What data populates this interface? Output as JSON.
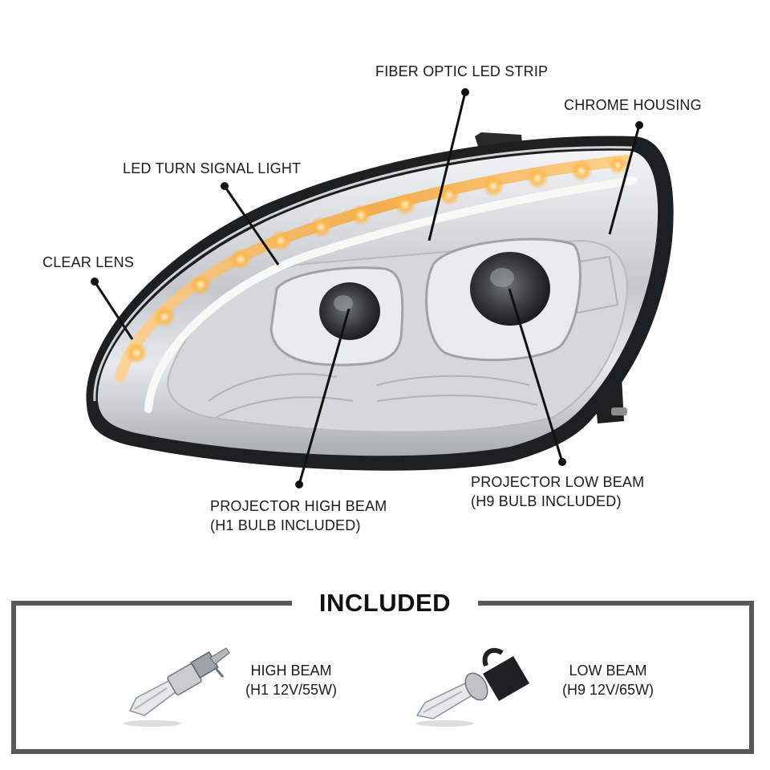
{
  "callouts": {
    "fiber_optic": "FIBER OPTIC LED STRIP",
    "chrome_housing": "CHROME HOUSING",
    "turn_signal": "LED TURN SIGNAL LIGHT",
    "clear_lens": "CLEAR LENS",
    "high_beam_line1": "PROJECTOR HIGH BEAM",
    "high_beam_line2": "(H1 BULB INCLUDED)",
    "low_beam_line1": "PROJECTOR LOW BEAM",
    "low_beam_line2": "(H9 BULB INCLUDED)"
  },
  "included": {
    "title": "INCLUDED",
    "high_beam": {
      "line1": "HIGH BEAM",
      "line2": "(H1 12V/55W)"
    },
    "low_beam": {
      "line1": "LOW BEAM",
      "line2": "(H9 12V/65W)"
    }
  },
  "colors": {
    "led_amber": "#f5a623",
    "chrome": "#c9cdd2",
    "housing_dark": "#1c1c1c",
    "frame_gray": "#58595b"
  }
}
